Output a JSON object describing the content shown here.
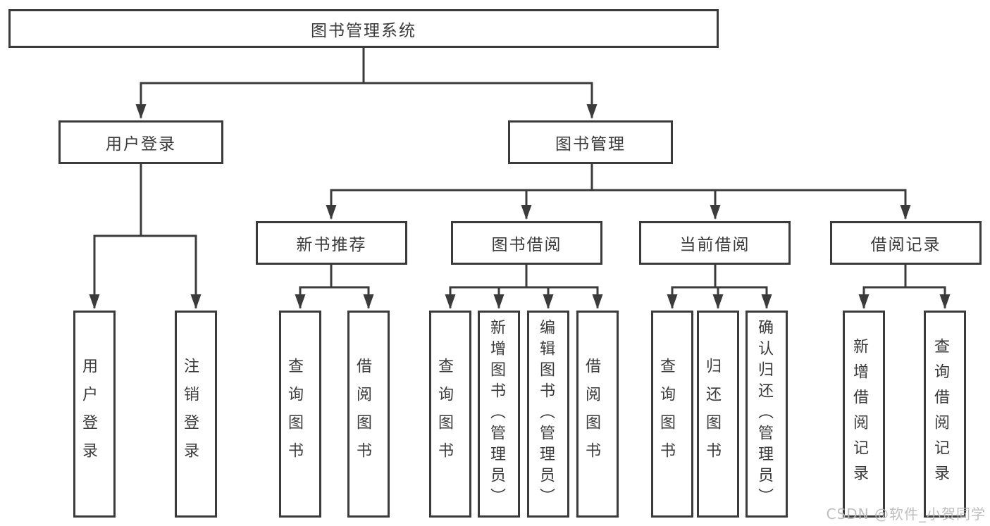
{
  "diagram": {
    "title_hint": "library management system function structure diagram",
    "root": {
      "label": "图书管理系统"
    },
    "level2": [
      {
        "label": "用户登录"
      },
      {
        "label": "图书管理"
      }
    ],
    "level3": [
      {
        "label": "新书推荐",
        "parent": "图书管理"
      },
      {
        "label": "图书借阅",
        "parent": "图书管理"
      },
      {
        "label": "当前借阅",
        "parent": "图书管理"
      },
      {
        "label": "借阅记录",
        "parent": "图书管理"
      }
    ],
    "leaves": [
      {
        "label": "用户登录",
        "parent": "用户登录"
      },
      {
        "label": "注销登录",
        "parent": "用户登录"
      },
      {
        "label": "查询图书",
        "parent": "新书推荐"
      },
      {
        "label": "借阅图书",
        "parent": "新书推荐"
      },
      {
        "label": "查询图书",
        "parent": "图书借阅"
      },
      {
        "label": "新增图书（管理员）",
        "parent": "图书借阅"
      },
      {
        "label": "编辑图书（管理员）",
        "parent": "图书借阅"
      },
      {
        "label": "借阅图书",
        "parent": "图书借阅"
      },
      {
        "label": "查询图书",
        "parent": "当前借阅"
      },
      {
        "label": "归还图书",
        "parent": "当前借阅"
      },
      {
        "label": "确认归还（管理员）",
        "parent": "当前借阅"
      },
      {
        "label": "新增借阅记录",
        "parent": "借阅记录"
      },
      {
        "label": "查询借阅记录",
        "parent": "借阅记录"
      }
    ]
  },
  "colors": {
    "line": "#3b3b3b",
    "box_border": "#3b3b3b",
    "text": "#3a3a3a",
    "watermark": "#b9b9b9",
    "background": "#ffffff"
  },
  "watermark": {
    "text": "CSDN @软件_小贺同学"
  }
}
